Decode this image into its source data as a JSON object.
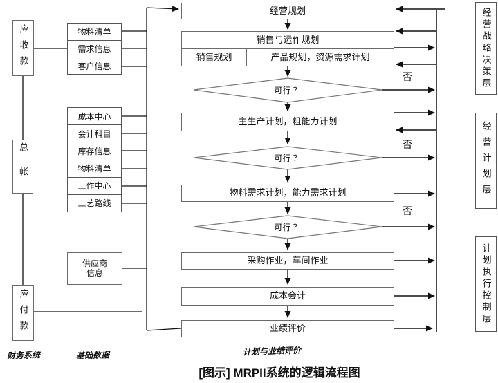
{
  "caption": "[图示] MRPII系统的逻辑流程图",
  "flow": {
    "business_planning": "经营规划",
    "sales_ops_planning": "销售与运作规划",
    "sales_planning": "销售规划",
    "product_resource_planning": "产品规划，资源需求计划",
    "feasible_1": "可行 ？",
    "mps": "主生产计划，粗能力计划",
    "feasible_2": "可行 ？",
    "mrp": "物料需求计划，能力需求计划",
    "feasible_3": "可行 ？",
    "purchasing_shopfloor": "采购作业，车间作业",
    "cost_accounting": "成本会计",
    "performance_eval": "业绩评价",
    "no_1": "否",
    "no_2": "否",
    "no_3": "否"
  },
  "finance": {
    "receivables": "应收款",
    "general_ledger": "总帐",
    "payables": "应付款",
    "footer": "财务系统"
  },
  "base_data": {
    "group1": [
      "物料清单",
      "需求信息",
      "客户信息"
    ],
    "group2": [
      "成本中心",
      "会计科目",
      "库存信息",
      "物料清单",
      "工作中心",
      "工艺路线"
    ],
    "supplier_line1": "供应商",
    "supplier_line2": "信息",
    "footer": "基础数据"
  },
  "layers": {
    "strategy": "经营战略决策层",
    "planning": "经营计划层",
    "execution": "计划执行控制层"
  },
  "bottom": {
    "plan_eval_label": "计划与业绩评价"
  },
  "colors": {
    "line": "#1a1a1a",
    "box_border": "#6a6a6a",
    "background": "#ffffff"
  }
}
